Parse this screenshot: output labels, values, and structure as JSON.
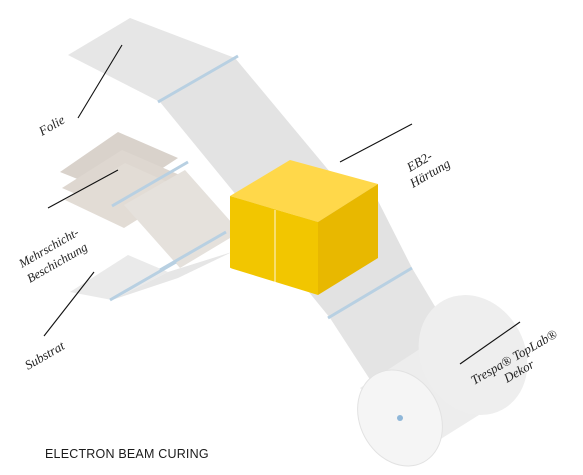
{
  "labels": {
    "folie": "Folie",
    "mehrschicht_line1": "Mehrschicht-",
    "mehrschicht_line2": "Beschichtung",
    "substrat": "Substrat",
    "eb2_line1": "EB2-",
    "eb2_line2": "Härtung",
    "trespa_line1": "Trespa® TopLab®",
    "trespa_line2": "Dekor"
  },
  "caption": "ELECTRON BEAM CURING",
  "colors": {
    "film": "#e4e4e4",
    "coating": "#dcd6d0",
    "roller_bar": "#b8d0e2",
    "eb_box_front": "#f0c400",
    "eb_box_top": "#ffe066",
    "eb_box_side": "#e0b400",
    "roll": "#f1f1f1"
  }
}
